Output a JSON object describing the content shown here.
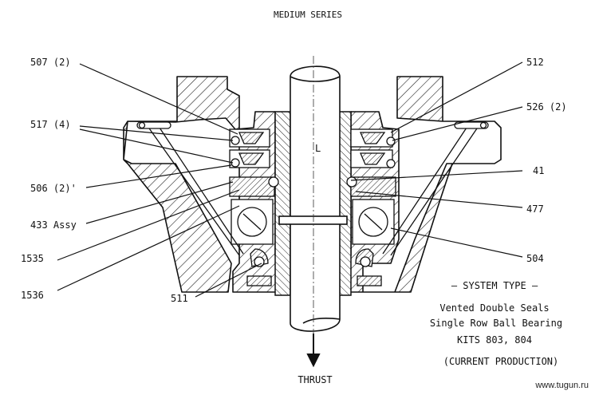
{
  "title": "MEDIUM SERIES",
  "labels": {
    "l507": "507 (2)",
    "l517": "517 (4)",
    "l506": "506 (2)'",
    "l433": "433 Assy",
    "l1535": "1535",
    "l1536": "1536",
    "l511": "511",
    "l512": "512",
    "l526": "526 (2)",
    "l41": "41",
    "l477": "477",
    "l504": "504"
  },
  "system": {
    "heading": "— SYSTEM TYPE —",
    "line1": "Vented Double Seals",
    "line2": "Single Row Ball Bearing",
    "kits": "KITS 803, 804",
    "production": "(CURRENT PRODUCTION)"
  },
  "thrust": "THRUST",
  "shaft_mark": "L",
  "watermark": "www.tugun.ru"
}
